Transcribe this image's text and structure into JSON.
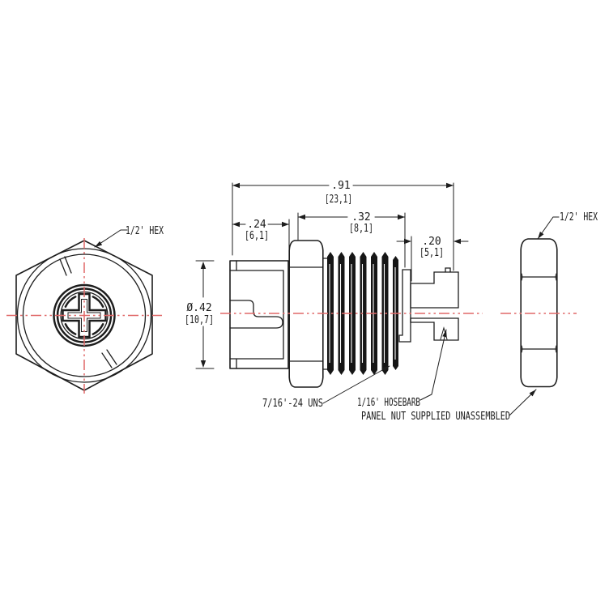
{
  "drawing": {
    "labels": {
      "hex_left": "1/2' HEX",
      "hex_right": "1/2' HEX",
      "thread_spec": "7/16'-24 UNS",
      "hosebarb": "1/16' HOSEBARB",
      "panel_note": "PANEL NUT SUPPLIED UNASSEMBLED"
    },
    "dimensions": {
      "overall_length": {
        "in": ".91",
        "mm": "[23,1]"
      },
      "rear_length": {
        "in": ".24",
        "mm": "[6,1]"
      },
      "thread_length": {
        "in": ".32",
        "mm": "[8,1]"
      },
      "barb_length": {
        "in": ".20",
        "mm": "[5,1]"
      },
      "body_diameter": {
        "in": "Ø.42",
        "mm": "[10,7]"
      }
    },
    "colors": {
      "line": "#1d1d1d",
      "centerline": "#e06868",
      "thread_fill": "#161616"
    }
  }
}
